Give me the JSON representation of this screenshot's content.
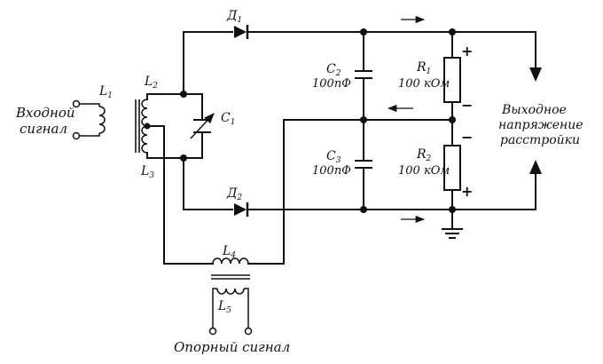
{
  "labels": {
    "input_signal_line1": "Входной",
    "input_signal_line2": "сигнал",
    "reference_signal": "Опорный  сигнал",
    "output_line1": "Выходное",
    "output_line2": "напряжение",
    "output_line3": "расстройки",
    "L1": "L",
    "L1_sub": "1",
    "L2": "L",
    "L2_sub": "2",
    "L3": "L",
    "L3_sub": "3",
    "L4": "L",
    "L4_sub": "4",
    "L5": "L",
    "L5_sub": "5",
    "C1": "C",
    "C1_sub": "1",
    "C2": "C",
    "C2_sub": "2",
    "C3": "C",
    "C3_sub": "3",
    "C2_value": "100пФ",
    "C3_value": "100пФ",
    "R1": "R",
    "R1_sub": "1",
    "R2": "R",
    "R2_sub": "2",
    "R1_value": "100 кОм",
    "R2_value": "100 кОм",
    "D1": "Д",
    "D1_sub": "1",
    "D2": "Д",
    "D2_sub": "2",
    "R1_plus": "+",
    "R1_minus": "−",
    "R2_minus": "−",
    "R2_plus": "+"
  }
}
